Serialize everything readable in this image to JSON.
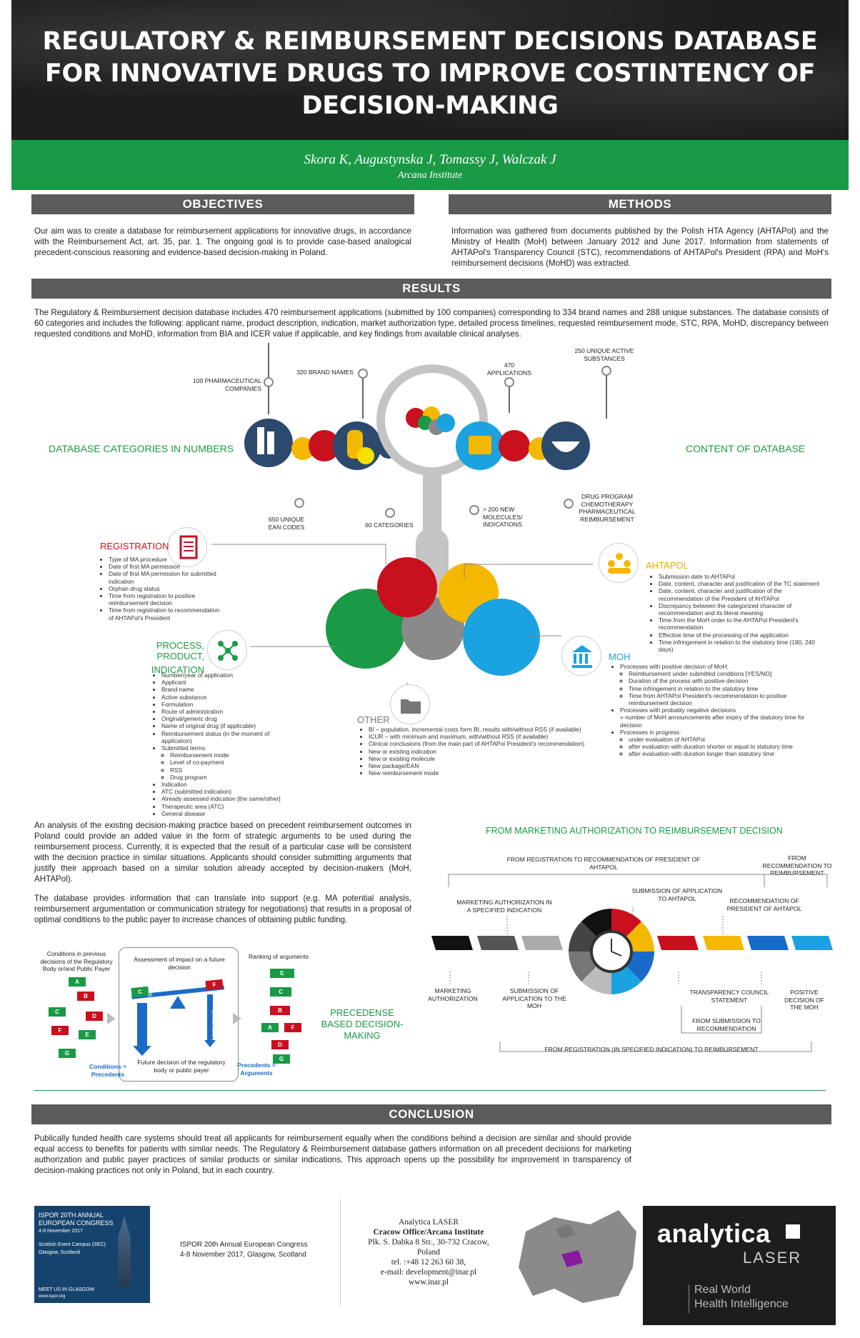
{
  "header": {
    "title_line1": "REGULATORY & REIMBURSEMENT DECISIONS DATABASE",
    "title_line2": "FOR INNOVATIVE DRUGS TO IMPROVE COSTINTENCY OF",
    "title_line3": "DECISION-MAKING",
    "authors": "Skora K, Augustynska J, Tomassy J, Walczak J",
    "institute": "Arcana Institute"
  },
  "objectives": {
    "heading": "OBJECTIVES",
    "text": "Our aim was to create a database for reimbursement applications for innovative drugs, in accordance with the Reimbursement Act, art. 35, par. 1. The ongoing goal is to provide case-based analogical precedent-conscious reasoning and evidence-based decision-making in Poland."
  },
  "methods": {
    "heading": "METHODS",
    "text": "Information was gathered from documents published by the Polish HTA Agency (AHTAPol) and the Ministry of Health (MoH) between January 2012 and June 2017. Information from statements of AHTAPol's Transparency Council (STC), recommendations of AHTAPol's President (RPA) and MoH's reimbursement decisions (MoHD) was extracted."
  },
  "results": {
    "heading": "RESULTS",
    "text": "The Regulatory & Reimbursement decision database includes 470 reimbursement applications (submitted by 100 companies) corresponding to 334 brand names and 288 unique substances. The database consists of 60 categories and includes the following: applicant name, product description, indication, market authorization type, detailed process timelines, requested reimbursement mode, STC, RPA, MoHD, discrepancy between requested conditions and MoHD, information from BIA and ICER value if applicable, and key findings from available clinical analyses."
  },
  "infographic": {
    "left_title": "DATABASE CATEGORIES IN NUMBERS",
    "right_title": "CONTENT OF DATABASE",
    "top_labels": [
      "100 PHARMACEUTICAL COMPANIES",
      "320 BRAND NAMES",
      "470 APPLICATIONS",
      "250 UNIQUE ACTIVE SUBSTANCES"
    ],
    "bottom_labels": [
      "650 UNIQUE EAN CODES",
      "60 CATEGORIES",
      "> 200 NEW MOLECULES/ INDICATIONS",
      "DRUG PROGRAM CHEMOTHERAPY PHARMACEUTICAL REIMBURSEMENT"
    ]
  },
  "registration": {
    "title": "REGISTRATION",
    "items": [
      "Type of MA procedure",
      "Date of first MA permission",
      "Date of first MA permission for submitted indication",
      "Orphan drug status",
      "Time from registration to positive reimbursement decision",
      "Time from registration to recommendation of AHTAPol's President"
    ]
  },
  "process": {
    "title1": "PROCESS, PRODUCT,",
    "title2": "INDICATION",
    "items": [
      "Number/year of application",
      "Applicant",
      "Brand name",
      "Active substance",
      "Formulation",
      "Route of administration",
      "Original/generic drug",
      "Name of original drug (if applicable)",
      "Reimbursement status (in the moment of application)",
      "Submitted terms:"
    ],
    "subitems": [
      "Reimbursement mode",
      "Level of co-payment",
      "RSS",
      "Drug program"
    ],
    "items2": [
      "Indication",
      "ATC (submitted indication)",
      "Already assessed indication [the same/other]",
      "Therapeutic area (ATC)",
      "General disease"
    ]
  },
  "ahtapol": {
    "title": "AHTAPOL",
    "items": [
      "Submission date to AHTAPol",
      "Date, content, character and justification of the TC statement",
      "Date, content, character and justification of the recommendation of the President of AHTAPol",
      "Discrepancy between the categorized character of recommendation and its literal meaning",
      "Time from the MoH order to the AHTAPol President's recommendation",
      "Effective time of the processing of the application",
      "Time infringement in relation to the statutory time (180, 240 days)"
    ]
  },
  "moh": {
    "title": "MOH",
    "pos_head": "Processes with positive decision of MoH:",
    "pos_items": [
      "Reimbursement under submitted conditions [YES/NO]",
      "Duration of the process with positive decision",
      "Time infringement in relation to the statutory time",
      "Time from AHTAPol President's recommendation to positive reimbursement decision"
    ],
    "neg_head": "Processes with probably negative decisions",
    "neg_text": "+ number of MoH announcements after expiry of the statutory time for decision",
    "prog_head": "Processes in progress:",
    "prog_items": [
      "under evaluation of AHTAPol",
      "after evaluation with duration shorter or equal to statutory time",
      "after evaluation with duration longer than statutory time"
    ]
  },
  "other": {
    "title": "OTHER",
    "items": [
      "BI – population, incremental costs form BI, results with/without RSS (if available)",
      "ICUR – with minimum and maximum, with/without RSS (if available)",
      "Clinical conclusions (from the main part of AHTAPol President's recommendation)",
      "New or existing indication",
      "New or existing molecule",
      "New package/EAN",
      "New reimbursement mode"
    ]
  },
  "analysis": {
    "p1": "An analysis of the existing decision-making practice based on precedent reimbursement outcomes in Poland could provide an added value in the form of strategic arguments to be used during the reimbursement process. Currently, it is expected that the result of a particular case will be consistent with the decision practice in similar situations. Applicants should consider submitting arguments that justify their approach based on a similar solution already accepted by decision-makers (MoH, AHTAPol).",
    "p2": "The database provides information that can translate into support (e.g. MA potential analysis, reimbursement argumentation or communication strategy for negotiations) that results in a proposal of optimal conditions to the public payer to increase chances of obtaining public funding."
  },
  "precedence": {
    "left_title": "Conditions in previous decisions of the Regulatory Body or/and Public Payer",
    "middle_title": "Assessment of impact on a future decision",
    "right_title": "Ranking of arguments",
    "higher": "Higher impact",
    "lower": "Lower impact",
    "future": "Future decision of the regulatory body or public payer",
    "cond_eq": "Conditions = Precedents",
    "prec_eq": "Precedents = Arguments",
    "label": "PRECEDENSE BASED DECISION-MAKING",
    "left_tags": [
      "A",
      "B",
      "C",
      "D",
      "E",
      "F",
      "G"
    ],
    "right_tags": [
      "E",
      "C",
      "B",
      "A",
      "F",
      "D",
      "G"
    ],
    "beam_left": "C",
    "beam_right": "F"
  },
  "timeline": {
    "title": "FROM MARKETING AUTHORIZATION TO REIMBURSEMENT DECISION",
    "top1": "FROM REGISTRATION TO RECOMMENDATION OF PRESIDENT OF AHTAPOL",
    "top2": "FROM RECOMMENDATION TO REIMBURSEMENT",
    "ma_in": "MARKETING AUTHORIZATION IN A SPECIFIED INDICATION",
    "sub_ahtapol": "SUBMISSION OF APPLICATION TO AHTAPOL",
    "rec_pres": "RECOMMENDATION OF PRESIDENT OF AHTAPOL",
    "ma": "MARKETING AUTHORIZATION",
    "sub_moh": "SUBMISSION OF APPLICATION TO THE MOH",
    "tcs": "TRANSPARENCY COUNCIL STATEMENT",
    "pos_moh": "POSITIVE DECISION OF THE MOH",
    "sub_rec": "FROM SUBMISSION TO RECOMMENDATION",
    "bottom": "FROM REGISTRATION (IN SPECIFIED INDICATION) TO REIMBURSEMENT"
  },
  "conclusion": {
    "heading": "CONCLUSION",
    "text": "Publically funded health care systems should treat all applicants for reimbursement equally when the conditions behind a decision are similar and should provide equal access to benefits for patients with similar needs. The Regulatory & Reimbursement database gathers information on all precedent decisions for marketing authorization and public payer practices of similar products or similar indications. This approach opens up the possibility for improvement in transparency of decision-making practices not only in Poland, but in each country."
  },
  "footer": {
    "ispor_l1": "ISPOR 20TH ANNUAL",
    "ispor_l2": "EUROPEAN CONGRESS",
    "ispor_l3": "4-8 November 2017",
    "ispor_l4": "Scottish Event Campus (SEC)",
    "ispor_l5": "Glasgow, Scotland",
    "ispor_meet": "MEET US IN GLASGOW",
    "ispor_url": "www.ispor.org",
    "congress_l1": "ISPOR 20th Annual European Congress",
    "congress_l2": "4-8 November 2017, Glasgow, Scotland",
    "contact_l1": "Analytica LASER",
    "contact_l2": "Cracow Office/Arcana Institute",
    "contact_l3": "Plk. S. Dabka 8 Str., 30-732 Cracow,",
    "contact_l4": "Poland",
    "contact_l5": "tel. :+48 12 263 60 38,",
    "contact_l6": "e-mail: development@inar.pl",
    "contact_l7": "www.inar.pl",
    "logo_main": "analytica",
    "logo_sub": "LASER",
    "tagline1": "Real World",
    "tagline2": "Health Intelligence"
  }
}
